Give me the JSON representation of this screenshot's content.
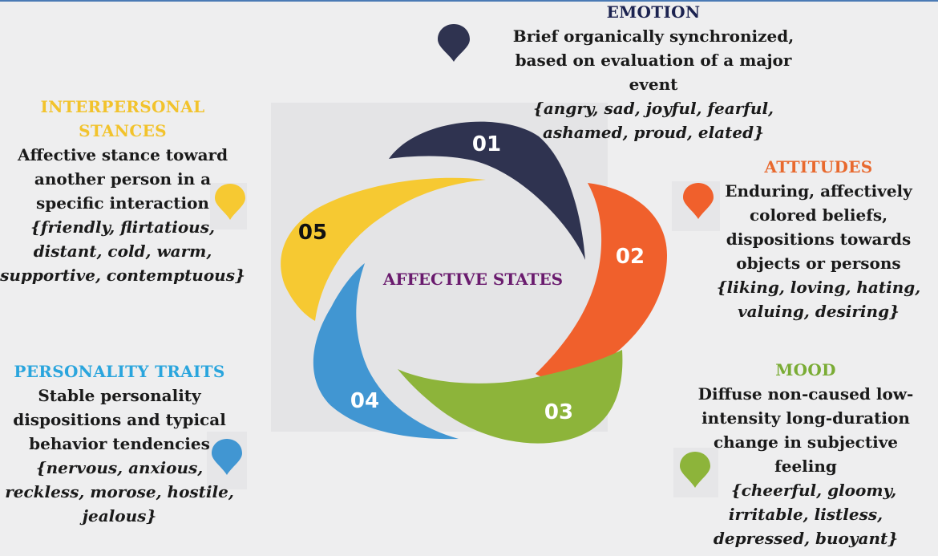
{
  "center_label": "AFFECTIVE STATES",
  "colors": {
    "emotion": "#2f3350",
    "attitudes": "#f0602c",
    "mood": "#8db43a",
    "personality": "#4196d2",
    "interpersonal": "#f6c932",
    "emotion_title": "#1c2350",
    "attitudes_title": "#e8692e",
    "mood_title": "#7aac35",
    "personality_title": "#2aa5dd",
    "interpersonal_title": "#f2c32c",
    "center_text": "#6a1b6e"
  },
  "segments": [
    {
      "number": "01"
    },
    {
      "number": "02"
    },
    {
      "number": "03"
    },
    {
      "number": "04"
    },
    {
      "number": "05"
    }
  ],
  "emotion": {
    "title": "EMOTION",
    "lines": [
      "Brief organically synchronized,",
      "based on evaluation of a major",
      "event"
    ],
    "examples": [
      "{angry, sad, joyful, fearful,",
      "ashamed, proud, elated}"
    ]
  },
  "attitudes": {
    "title": "ATTITUDES",
    "lines": [
      "Enduring, affectively",
      "colored beliefs,",
      "dispositions towards",
      "objects or persons"
    ],
    "examples": [
      "{liking, loving, hating,",
      "valuing, desiring}"
    ]
  },
  "mood": {
    "title": "MOOD",
    "lines": [
      "Diffuse non-caused low-",
      "intensity long-duration",
      "change in subjective",
      "feeling"
    ],
    "examples": [
      "{cheerful, gloomy,",
      "irritable, listless,",
      "depressed, buoyant}"
    ]
  },
  "personality": {
    "title": "PERSONALITY TRAITS",
    "lines": [
      "Stable personality",
      "dispositions and typical",
      "behavior tendencies"
    ],
    "examples": [
      "{nervous, anxious,",
      "reckless, morose, hostile,",
      "jealous}"
    ]
  },
  "interpersonal": {
    "title_lines": [
      "INTERPERSONAL",
      "STANCES"
    ],
    "lines": [
      "Affective stance toward",
      "another person in a",
      "specific interaction"
    ],
    "examples": [
      "{friendly, flirtatious,",
      "distant, cold, warm,",
      "supportive, contemptuous}"
    ]
  }
}
